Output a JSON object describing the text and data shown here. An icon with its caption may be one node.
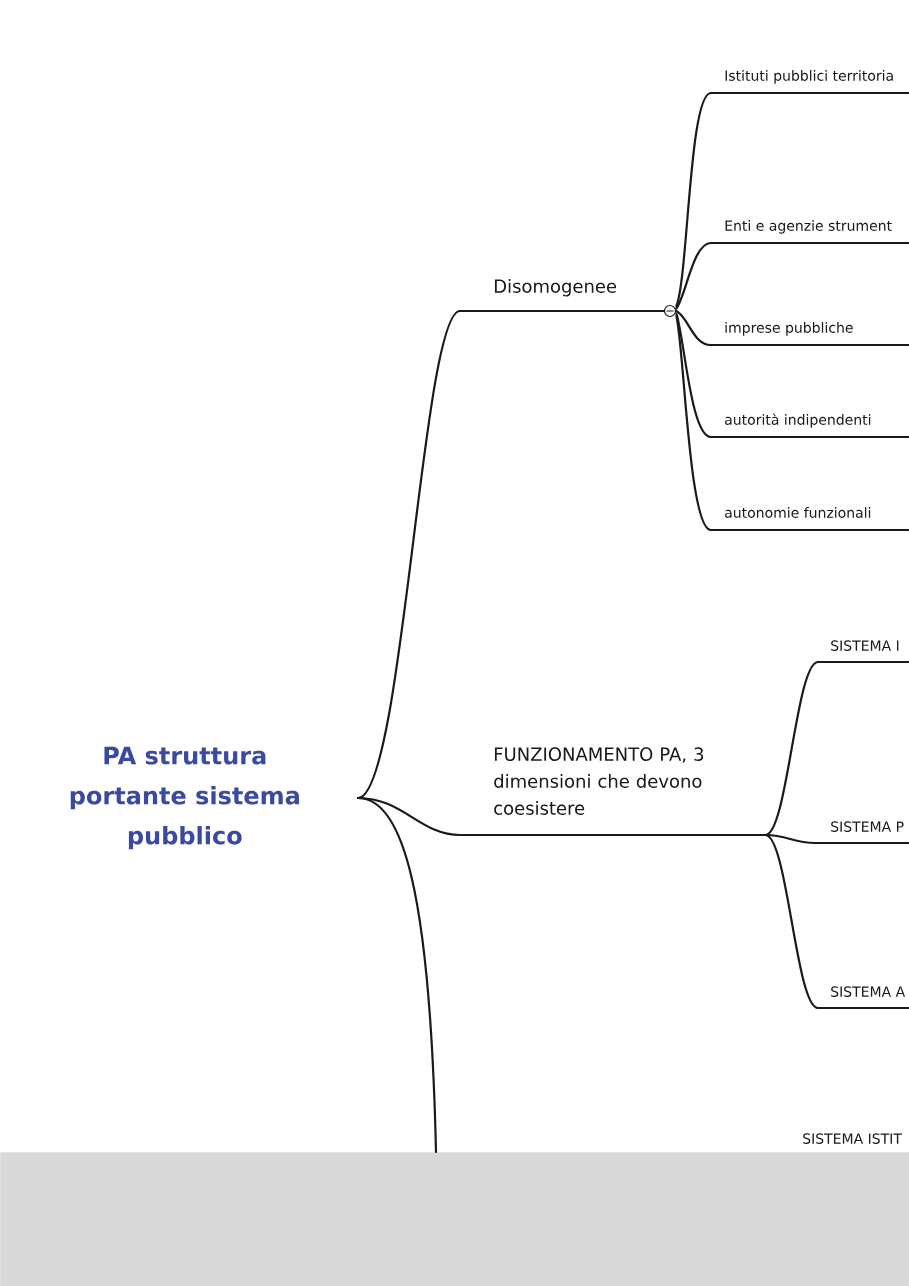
{
  "diagram": {
    "nodes": [
      {
        "text": [
          "PA struttura portante sistema pubblico"
        ]
      },
      {
        "text": [
          "Disomogenee"
        ]
      },
      {
        "text": [
          "Istituti pubblici territoria"
        ]
      },
      {
        "text": [
          "Enti e agenzie strument"
        ]
      },
      {
        "text": [
          "imprese pubbliche"
        ]
      },
      {
        "text": [
          "autorità indipendenti"
        ]
      },
      {
        "text": [
          "autonomie funzionali"
        ]
      },
      {
        "text": [
          "FUNZIONAMENTO PA, 3 dimensioni che devono coesistere"
        ]
      },
      {
        "text": [
          "SISTEMA I"
        ]
      },
      {
        "text": [
          "SISTEMA P"
        ]
      },
      {
        "text": [
          "SISTEMA A"
        ]
      },
      {
        "text": [
          "SISTEMA ISTIT"
        ]
      },
      {
        "text": [],
        "shape": "box"
      }
    ],
    "edges": [
      {
        "from": 0,
        "to": 1,
        "arrow": "none"
      },
      {
        "from": 0,
        "to": 7,
        "arrow": "none"
      },
      {
        "from": 0,
        "to": 12,
        "arrow": "none"
      },
      {
        "from": 1,
        "to": 2,
        "arrow": "none"
      },
      {
        "from": 1,
        "to": 3,
        "arrow": "none"
      },
      {
        "from": 1,
        "to": 4,
        "arrow": "none"
      },
      {
        "from": 1,
        "to": 5,
        "arrow": "none"
      },
      {
        "from": 1,
        "to": 6,
        "arrow": "none"
      },
      {
        "from": 7,
        "to": 8,
        "arrow": "none"
      },
      {
        "from": 7,
        "to": 9,
        "arrow": "none"
      },
      {
        "from": 7,
        "to": 10,
        "arrow": "none"
      }
    ]
  }
}
